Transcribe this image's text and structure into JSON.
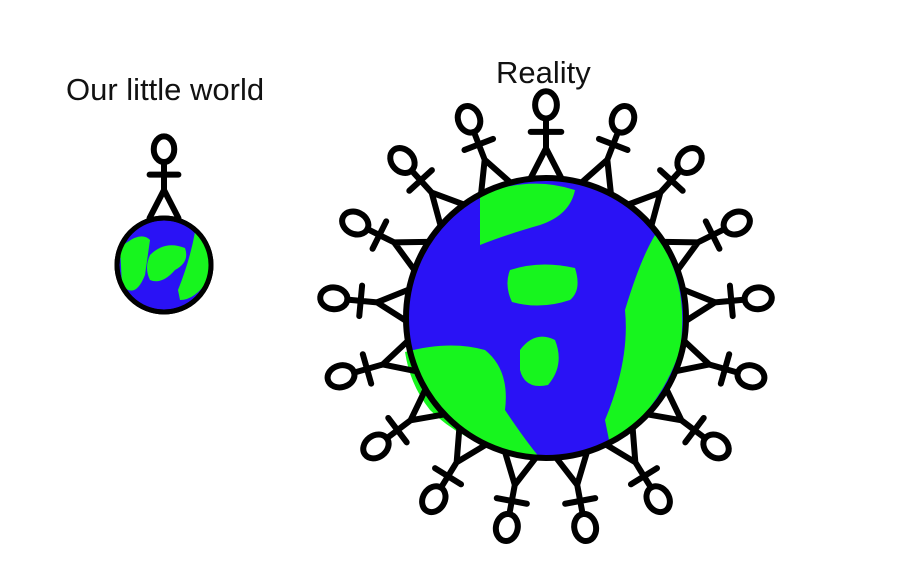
{
  "labels": {
    "small_world": "Our little world",
    "reality": "Reality"
  },
  "colors": {
    "ocean": "#2a12f5",
    "land": "#17f51e",
    "outline": "#000000",
    "background": "#ffffff"
  },
  "figures": {
    "small_world_people": 1,
    "reality_people": 17
  }
}
